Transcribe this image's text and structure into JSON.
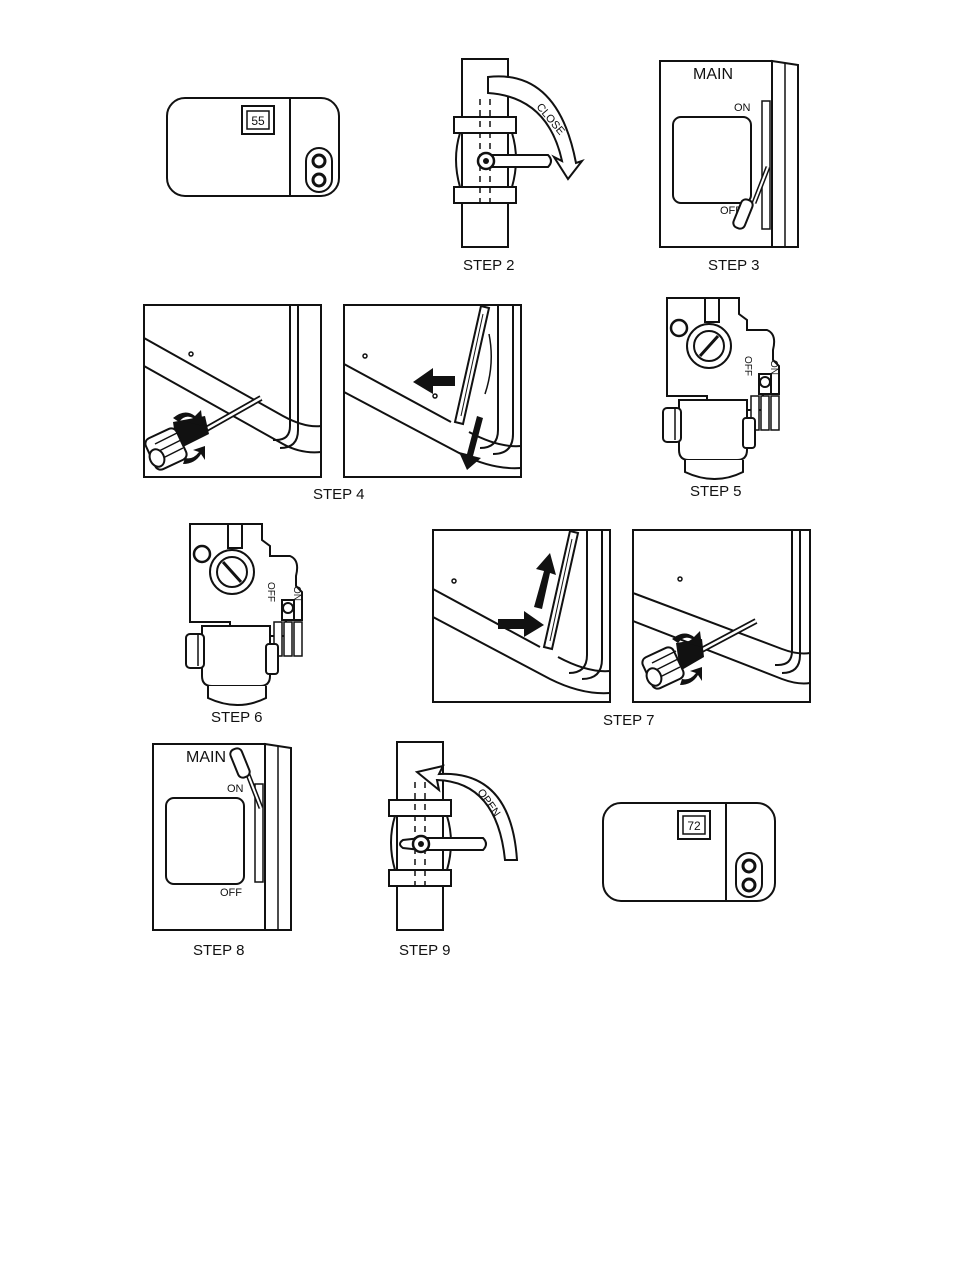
{
  "steps": {
    "step1": {
      "thermostat_reading": "55"
    },
    "step2": {
      "caption": "STEP 2",
      "valve_label": "CLOSE"
    },
    "step3": {
      "caption": "STEP 3",
      "switch_title": "MAIN",
      "on_label": "ON",
      "off_label": "OFF"
    },
    "step4": {
      "caption": "STEP 4"
    },
    "step5": {
      "caption": "STEP 5",
      "control_off": "OFF",
      "control_on": "ON"
    },
    "step6": {
      "caption": "STEP 6",
      "control_off": "OFF",
      "control_on": "ON"
    },
    "step7": {
      "caption": "STEP 7"
    },
    "step8": {
      "caption": "STEP 8",
      "switch_title": "MAIN",
      "on_label": "ON",
      "off_label": "OFF"
    },
    "step9": {
      "caption": "STEP 9",
      "valve_label": "OPEN"
    },
    "step10": {
      "thermostat_reading": "72"
    }
  }
}
